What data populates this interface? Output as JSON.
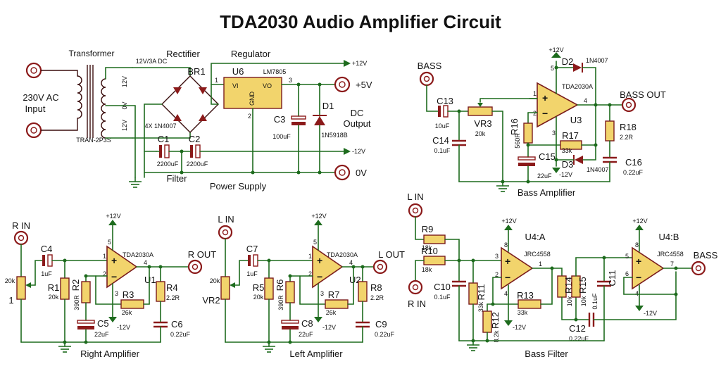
{
  "title": "TDA2030 Audio Amplifier Circuit",
  "power_supply": {
    "section_label": "Power Supply",
    "transformer_label": "Transformer",
    "transformer_part": "TRAN-2P3S",
    "rectifier_label": "Rectifier",
    "regulator_label": "Regulator",
    "input_label_1": "230V AC",
    "input_label_2": "Input",
    "rating": "12V/3A DC",
    "br1": "BR1",
    "diodes": "4X 1N4007",
    "sec_12v_a": "12V",
    "sec_0v": "0V",
    "sec_12v_b": "12V",
    "u6": "U6",
    "u6_part": "LM7805",
    "vi": "VI",
    "vo": "VO",
    "gnd": "GND",
    "pin1": "1",
    "pin2": "2",
    "pin3": "3",
    "c1": "C1",
    "c1_val": "2200uF",
    "c2": "C2",
    "c2_val": "2200uF",
    "filter_label": "Filter",
    "c3": "C3",
    "c3_val": "100uF",
    "d1": "D1",
    "d1_part": "1N5918B",
    "dc_out_1": "DC",
    "dc_out_2": "Output",
    "rail_p12": "+12V",
    "rail_p5": "+5V",
    "rail_m12": "-12V",
    "rail_0v": "0V"
  },
  "bass_amp": {
    "section_label": "Bass Amplifier",
    "input": "BASS",
    "output": "BASS OUT",
    "c13": "C13",
    "c13_val": "10uF",
    "vr3": "VR3",
    "vr3_val": "20k",
    "c14": "C14",
    "c14_val": "0.1uF",
    "r16": "R16",
    "r16_val": "560R",
    "c15": "C15",
    "c15_val": "22uF",
    "r17": "R17",
    "r17_val": "33k",
    "r18": "R18",
    "r18_val": "2.2R",
    "c16": "C16",
    "c16_val": "0.22uF",
    "d2": "D2",
    "d2_part": "1N4007",
    "d3": "D3",
    "d3_part": "1N4007",
    "u3": "U3",
    "u3_part": "TDA2030A",
    "vplus": "+12V",
    "vminus": "-12V",
    "p1": "1",
    "p2": "2",
    "p3": "3",
    "p4": "4",
    "p5": "5"
  },
  "right_amp": {
    "section_label": "Right Amplifier",
    "input": "R IN",
    "output": "R OUT",
    "pot_val": "20k",
    "pot_pin": "1",
    "c4": "C4",
    "c4_val": "1uF",
    "r1": "R1",
    "r1_val": "20k",
    "r2": "R2",
    "r2_val": "390R",
    "r3": "R3",
    "r3_val": "26k",
    "r4": "R4",
    "r4_val": "2.2R",
    "c5": "C5",
    "c5_val": "22uF",
    "c6": "C6",
    "c6_val": "0.22uF",
    "u1": "U1",
    "u1_part": "TDA2030A",
    "vplus": "+12V",
    "vminus": "-12V",
    "p1": "1",
    "p2": "2",
    "p3": "3",
    "p4": "4",
    "p5": "5"
  },
  "left_amp": {
    "section_label": "Left Amplifier",
    "input": "L IN",
    "output": "L OUT",
    "pot_val": "20k",
    "pot_name": "VR2",
    "c7": "C7",
    "c7_val": "1uF",
    "r5": "R5",
    "r5_val": "20k",
    "r6": "R6",
    "r6_val": "390R",
    "r7": "R7",
    "r7_val": "26k",
    "r8": "R8",
    "r8_val": "2.2R",
    "c8": "C8",
    "c8_val": "22uF",
    "c9": "C9",
    "c9_val": "0.22uF",
    "u2": "U2",
    "u2_part": "TDA2030A",
    "vplus": "+12V",
    "vminus": "-12V",
    "p1": "1",
    "p2": "2",
    "p3": "3",
    "p4": "4",
    "p5": "5"
  },
  "bass_filter": {
    "section_label": "Bass Filter",
    "l_in": "L IN",
    "r_in": "R IN",
    "output": "BASS",
    "r9": "R9",
    "r9_val": "18k",
    "r10": "R10",
    "r10_val": "18k",
    "c10": "C10",
    "c10_val": "0.1uF",
    "r11": "R11",
    "r11_val": "33k",
    "r12": "R12",
    "r12_val": "8.2k",
    "r13": "R13",
    "r13_val": "33k",
    "r14": "R14",
    "r14_val": "10k",
    "r15": "R15",
    "r15_val": "10k",
    "c11": "C11",
    "c11_val": "0.1uF",
    "c12": "C12",
    "c12_val": "0.22uF",
    "u4a": "U4:A",
    "u4a_part": "JRC4558",
    "u4b": "U4:B",
    "u4b_part": "JRC4558",
    "vplus": "+12V",
    "vminus": "-12V",
    "p1": "1",
    "p2": "2",
    "p3": "3",
    "p4": "4",
    "p5": "5",
    "p6": "6",
    "p7": "7",
    "p8": "8"
  },
  "colors": {
    "wire": "#1d6b1d",
    "component_body": "#f2d46c",
    "component_outline": "#7a1c1c",
    "text": "#111111",
    "background": "#ffffff"
  }
}
